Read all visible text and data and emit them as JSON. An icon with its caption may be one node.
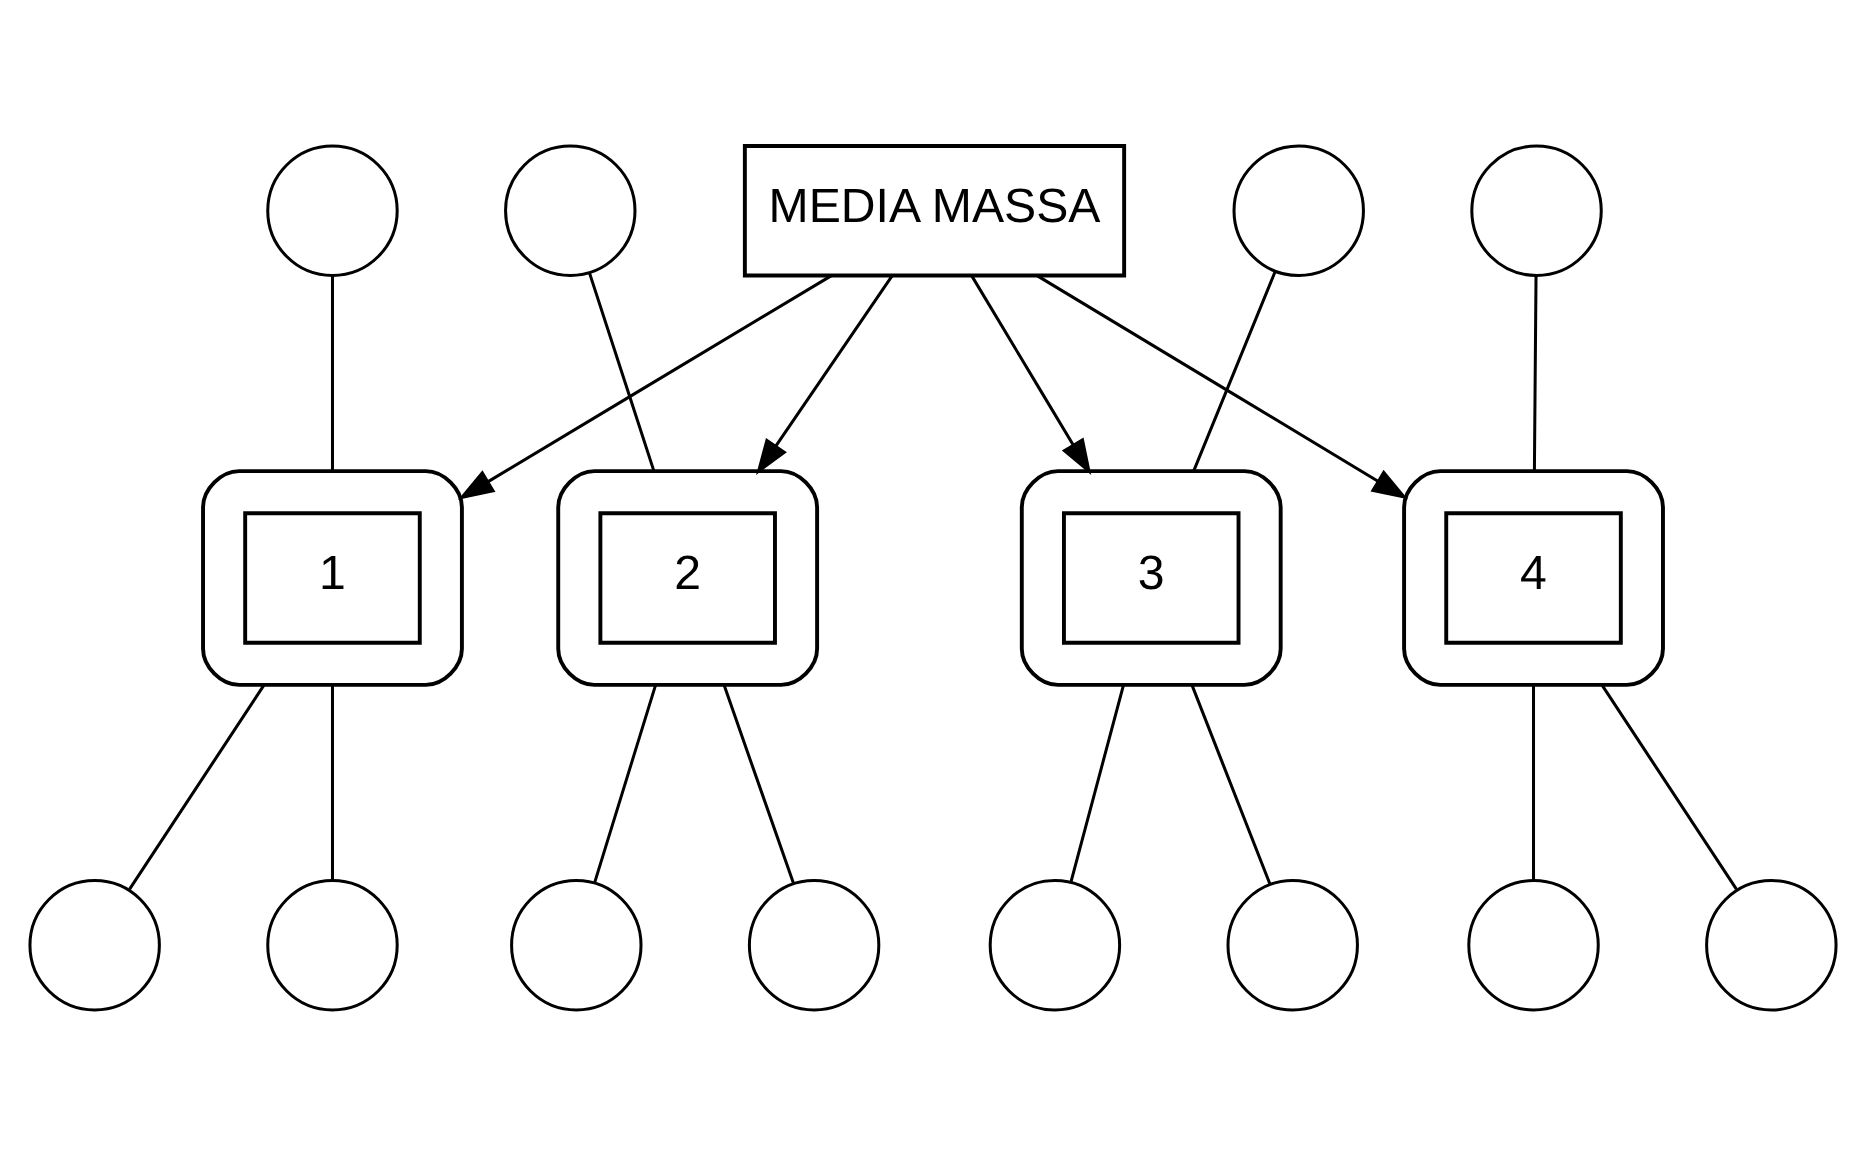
{
  "diagram": {
    "nodes": [
      {
        "text": [
          "MEDIA MASSA"
        ]
      },
      {
        "text": [],
        "shape": "ellipse"
      },
      {
        "text": [
          "1"
        ],
        "in": 1
      },
      {
        "text": [],
        "shape": "circle"
      },
      {
        "text": [],
        "shape": "circle"
      },
      {
        "text": [],
        "shape": "circle"
      },
      {
        "text": [],
        "shape": "ellipse"
      },
      {
        "text": [
          "2"
        ],
        "in": 6
      },
      {
        "text": [],
        "shape": "circle"
      },
      {
        "text": [],
        "shape": "circle"
      },
      {
        "text": [],
        "shape": "circle"
      },
      {
        "text": [],
        "shape": "ellipse"
      },
      {
        "text": [
          "3"
        ],
        "in": 11
      },
      {
        "text": [],
        "shape": "circle"
      },
      {
        "text": [],
        "shape": "circle"
      },
      {
        "text": [],
        "shape": "circle"
      },
      {
        "text": [],
        "shape": "ellipse"
      },
      {
        "text": [
          "4"
        ],
        "in": 16
      },
      {
        "text": [],
        "shape": "circle"
      },
      {
        "text": [],
        "shape": "circle"
      },
      {
        "text": [],
        "shape": "circle"
      }
    ],
    "edges": [
      {
        "from": 0,
        "to": 1,
        "arrow": "to"
      },
      {
        "from": 0,
        "to": 6,
        "arrow": "to"
      },
      {
        "from": 0,
        "to": 11,
        "arrow": "to"
      },
      {
        "from": 0,
        "to": 16,
        "arrow": "to"
      },
      {
        "from": 3,
        "to": 1,
        "arrow": "none"
      },
      {
        "from": 1,
        "to": 4,
        "arrow": "none"
      },
      {
        "from": 1,
        "to": 5,
        "arrow": "none"
      },
      {
        "from": 8,
        "to": 6,
        "arrow": "none"
      },
      {
        "from": 6,
        "to": 9,
        "arrow": "none"
      },
      {
        "from": 6,
        "to": 10,
        "arrow": "none"
      },
      {
        "from": 13,
        "to": 11,
        "arrow": "none"
      },
      {
        "from": 11,
        "to": 14,
        "arrow": "none"
      },
      {
        "from": 11,
        "to": 15,
        "arrow": "none"
      },
      {
        "from": 18,
        "to": 16,
        "arrow": "none"
      },
      {
        "from": 16,
        "to": 19,
        "arrow": "none"
      },
      {
        "from": 16,
        "to": 20,
        "arrow": "none"
      }
    ]
  }
}
